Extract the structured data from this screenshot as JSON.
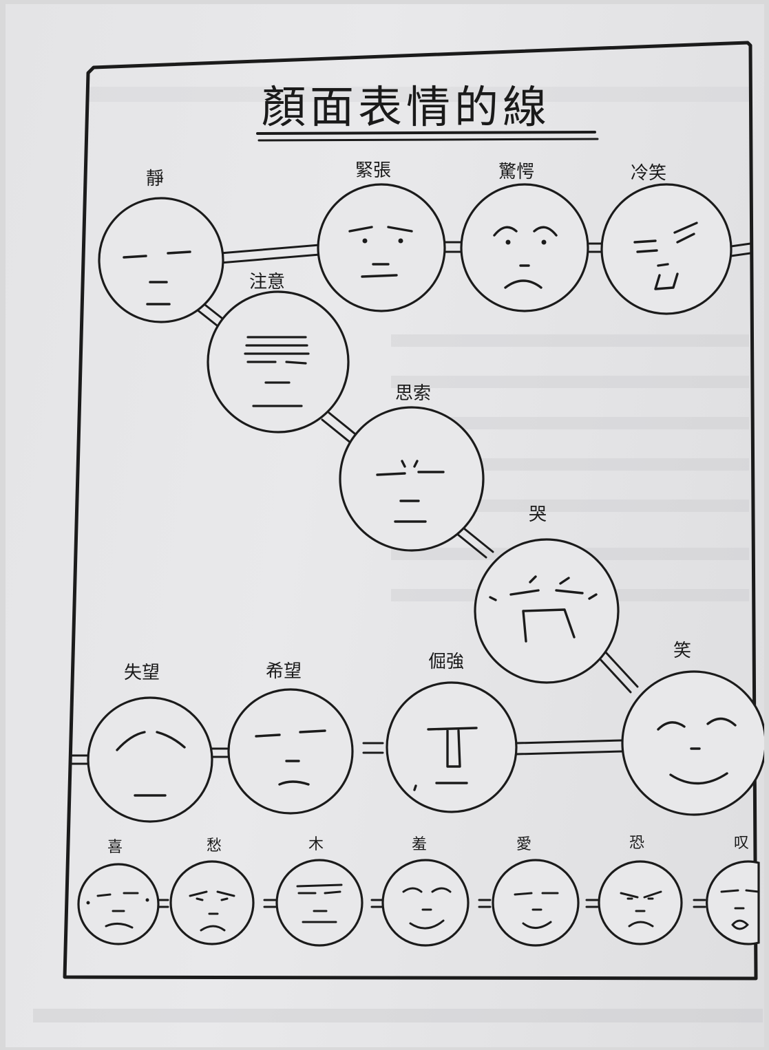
{
  "title": "顏面表情的線",
  "faces_main": [
    {
      "id": "calm",
      "label": "靜"
    },
    {
      "id": "attention",
      "label": "注意"
    },
    {
      "id": "tense",
      "label": "緊張"
    },
    {
      "id": "surprised",
      "label": "驚愕"
    },
    {
      "id": "sneer",
      "label": "冷笑"
    },
    {
      "id": "thinking",
      "label": "思索"
    },
    {
      "id": "cry",
      "label": "哭"
    },
    {
      "id": "laugh",
      "label": "笑"
    },
    {
      "id": "stubborn",
      "label": "倔強"
    },
    {
      "id": "hope",
      "label": "希望"
    },
    {
      "id": "disappointed",
      "label": "失望"
    }
  ],
  "faces_bottom": [
    {
      "id": "joy",
      "label": "喜"
    },
    {
      "id": "worry",
      "label": "愁"
    },
    {
      "id": "dull",
      "label": "木"
    },
    {
      "id": "shy",
      "label": "羞"
    },
    {
      "id": "pleased",
      "label": "愛"
    },
    {
      "id": "fear",
      "label": "恐"
    },
    {
      "id": "grief",
      "label": "叹"
    }
  ]
}
